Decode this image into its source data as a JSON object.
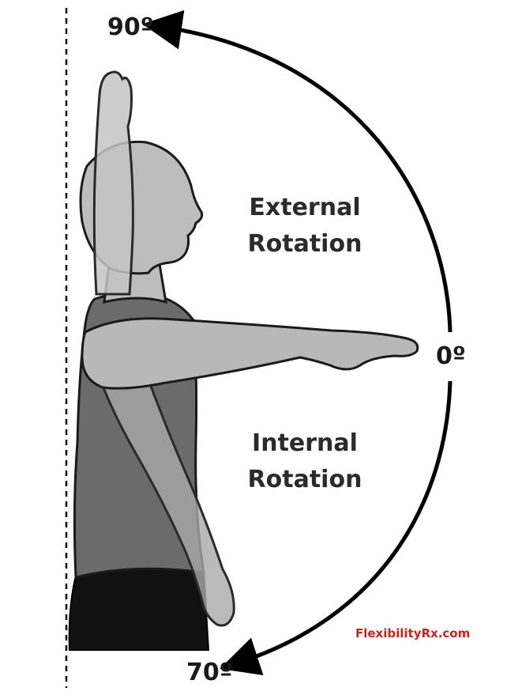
{
  "labels": {
    "angle_top": "90º",
    "angle_middle": "0º",
    "angle_bottom": "70º",
    "external_line1": "External",
    "external_line2": "Rotation",
    "internal_line1": "Internal",
    "internal_line2": "Rotation",
    "credit": "FlexibilityRx.com"
  },
  "colors": {
    "arrow": "#000000",
    "credit": "#c0281e",
    "body_light": "#b8b8b8",
    "body_mid": "#8e8e8e",
    "shirt": "#6b6b6b",
    "pants": "#111111"
  }
}
